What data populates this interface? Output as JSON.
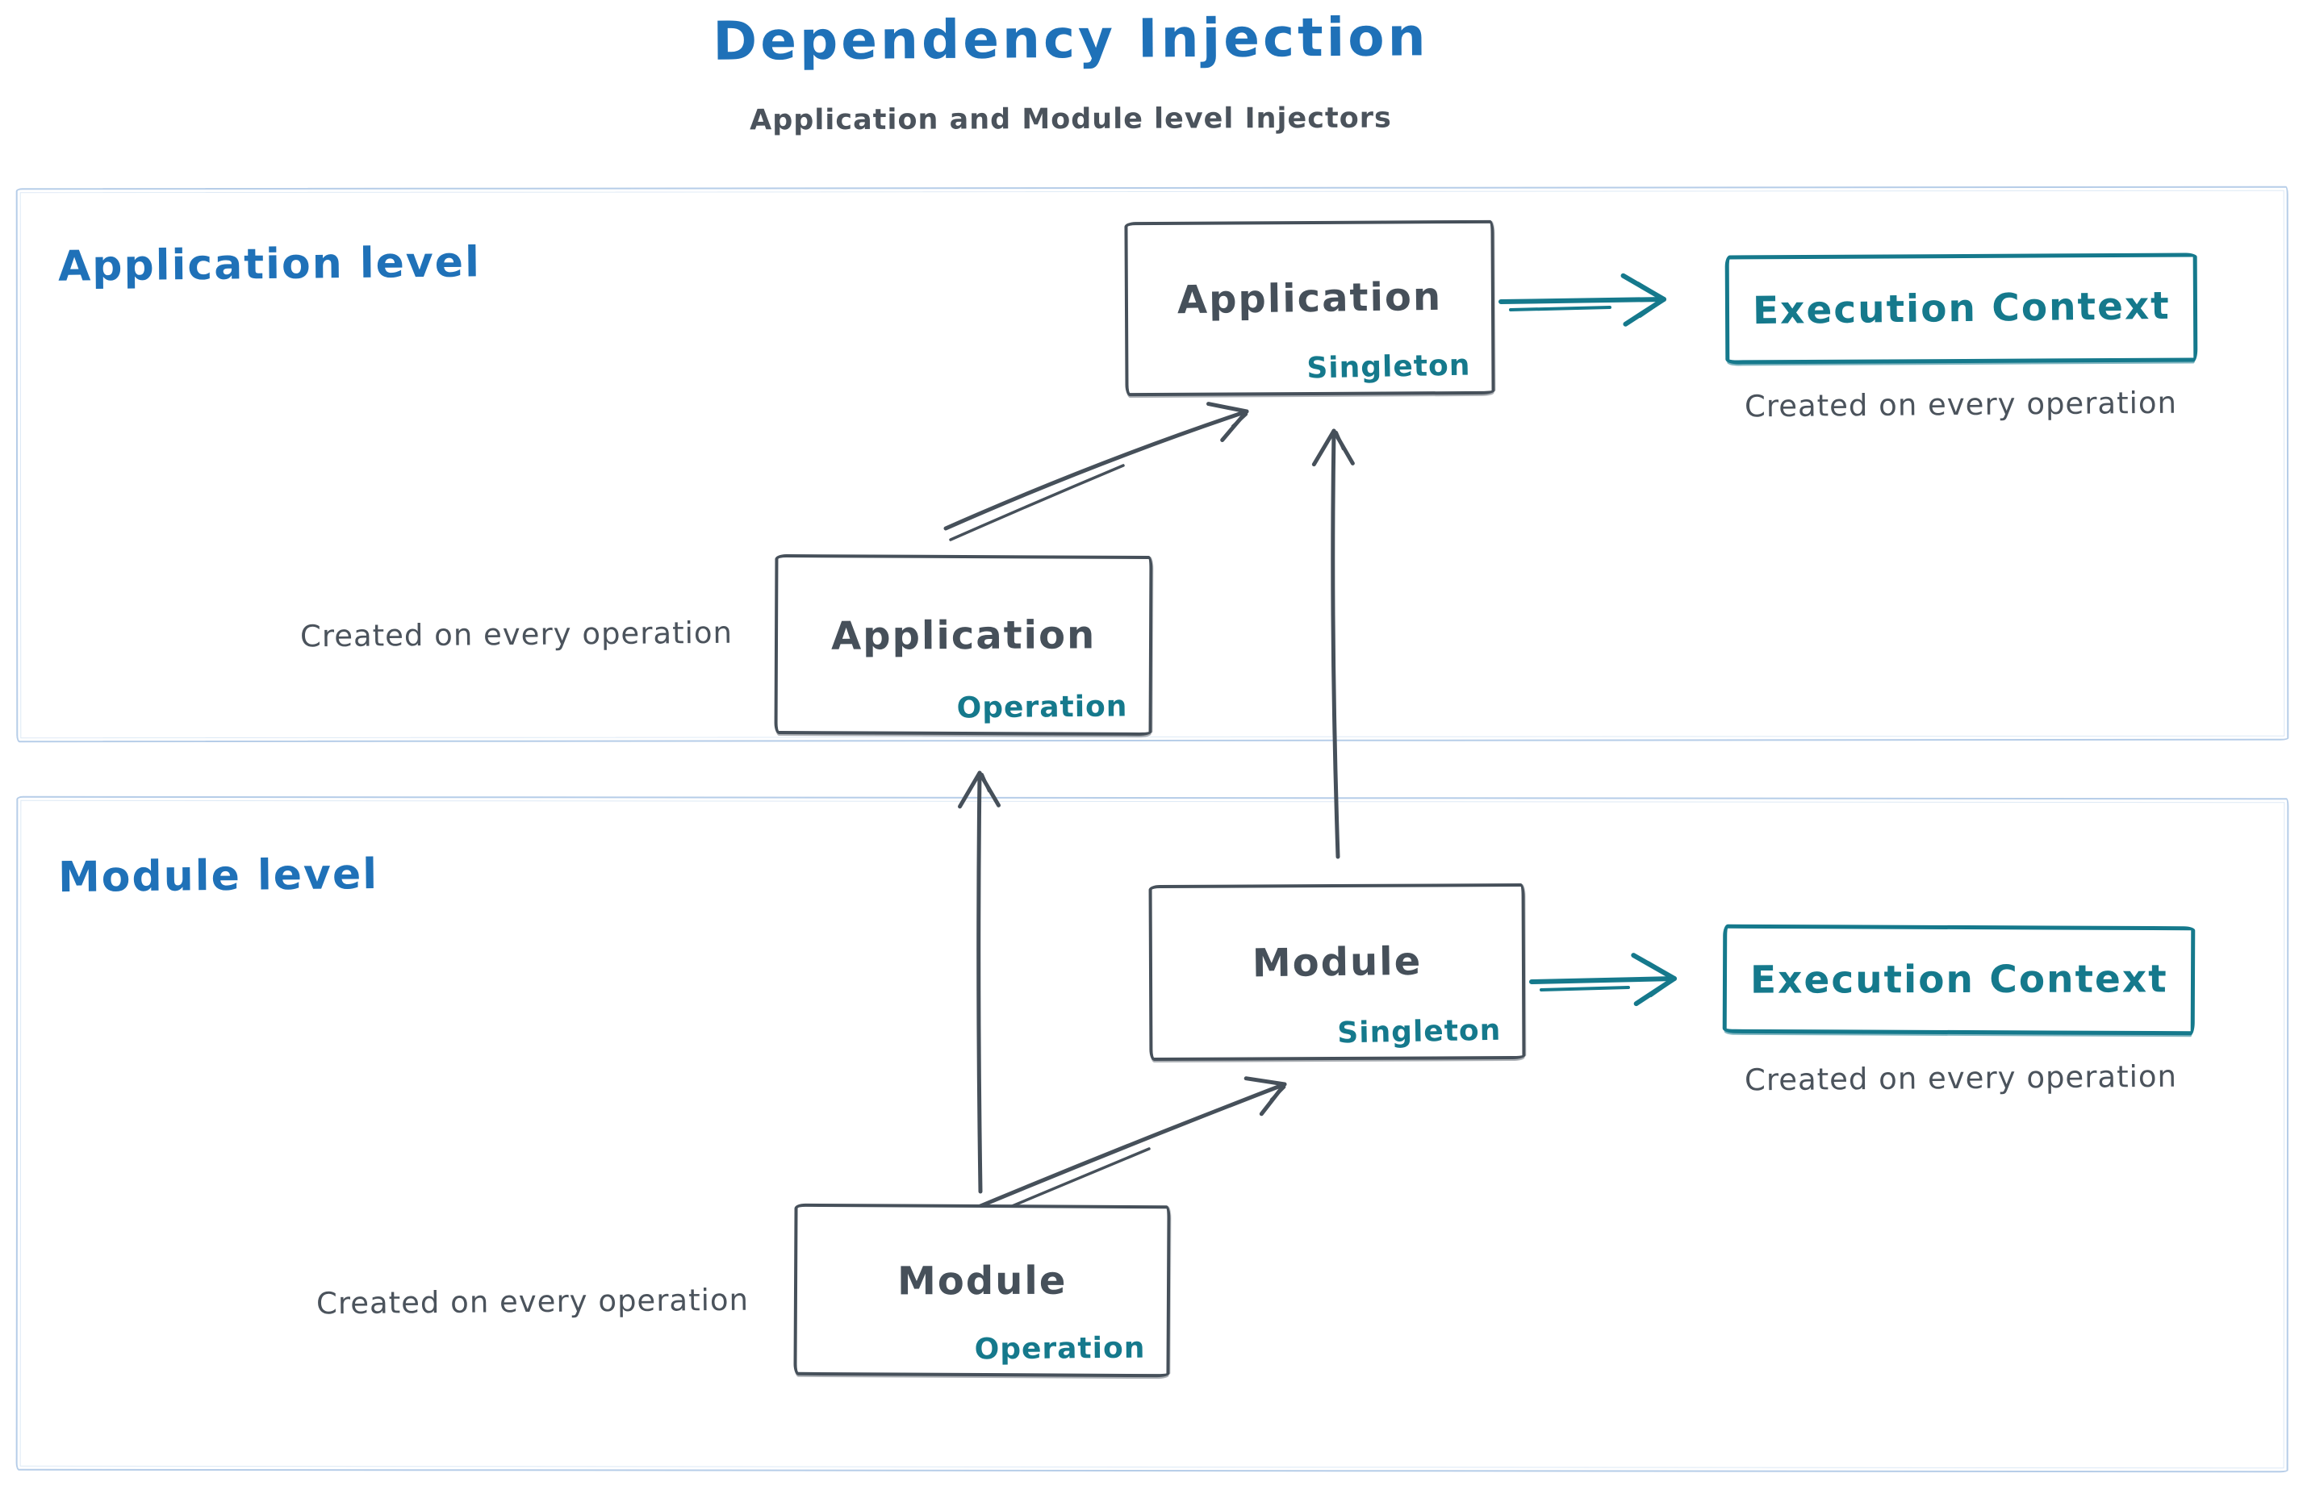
{
  "title": "Dependency Injection",
  "subtitle": "Application and Module level Injectors",
  "colors": {
    "heading_blue": "#1f71b8",
    "teal": "#15798c",
    "dark_stroke": "#46505a",
    "section_border": "#b6cde8",
    "background": "#ffffff"
  },
  "sections": {
    "application": {
      "label": "Application level"
    },
    "module": {
      "label": "Module level"
    }
  },
  "nodes": {
    "app_singleton": {
      "title": "Application",
      "badge": "Singleton"
    },
    "app_operation": {
      "title": "Application",
      "badge": "Operation",
      "caption": "Created on every operation"
    },
    "module_singleton": {
      "title": "Module",
      "badge": "Singleton"
    },
    "module_operation": {
      "title": "Module",
      "badge": "Operation",
      "caption": "Created on every operation"
    },
    "exec_context_app": {
      "title": "Execution Context",
      "caption": "Created on every operation"
    },
    "exec_context_module": {
      "title": "Execution Context",
      "caption": "Created on every operation"
    }
  },
  "edges": [
    {
      "from": "app_operation",
      "to": "app_singleton",
      "style": "dark"
    },
    {
      "from": "module_singleton",
      "to": "app_singleton",
      "style": "dark"
    },
    {
      "from": "app_singleton",
      "to": "exec_context_app",
      "style": "teal"
    },
    {
      "from": "module_operation",
      "to": "module_singleton",
      "style": "dark"
    },
    {
      "from": "module_operation",
      "to": "app_operation",
      "style": "dark"
    },
    {
      "from": "module_singleton",
      "to": "exec_context_module",
      "style": "teal"
    }
  ]
}
